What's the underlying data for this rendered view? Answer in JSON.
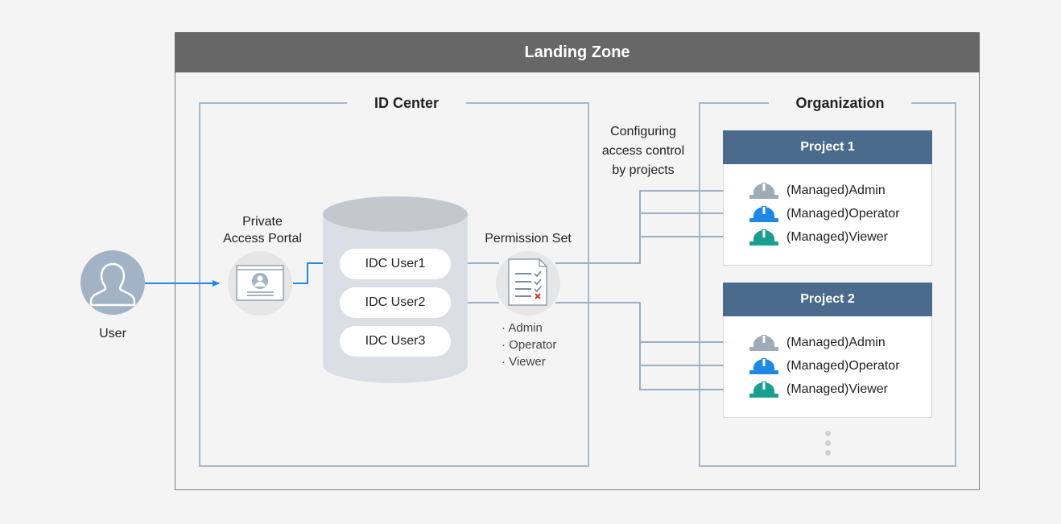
{
  "landing_zone": {
    "title": "Landing Zone"
  },
  "id_center": {
    "title": "ID Center"
  },
  "organization": {
    "title": "Organization"
  },
  "user": {
    "label": "User"
  },
  "portal": {
    "line1": "Private",
    "line2": "Access Portal"
  },
  "idc_users": [
    "IDC User1",
    "IDC User2",
    "IDC User3"
  ],
  "permission_set": {
    "title": "Permission Set",
    "items": [
      "Admin",
      "Operator",
      "Viewer"
    ]
  },
  "annotation": {
    "line1": "Configuring",
    "line2": "access control",
    "line3": "by projects"
  },
  "projects": [
    {
      "name": "Project 1",
      "roles": [
        "(Managed)Admin",
        "(Managed)Operator",
        "(Managed)Viewer"
      ]
    },
    {
      "name": "Project 2",
      "roles": [
        "(Managed)Admin",
        "(Managed)Operator",
        "(Managed)Viewer"
      ]
    }
  ],
  "colors": {
    "admin_icon": "#a0abb8",
    "operator_icon": "#1e88e5",
    "viewer_icon": "#1a9e8f",
    "project_header": "#4a6b8c",
    "user_arrow": "#1e88e5",
    "connector": "#9aafc2"
  }
}
